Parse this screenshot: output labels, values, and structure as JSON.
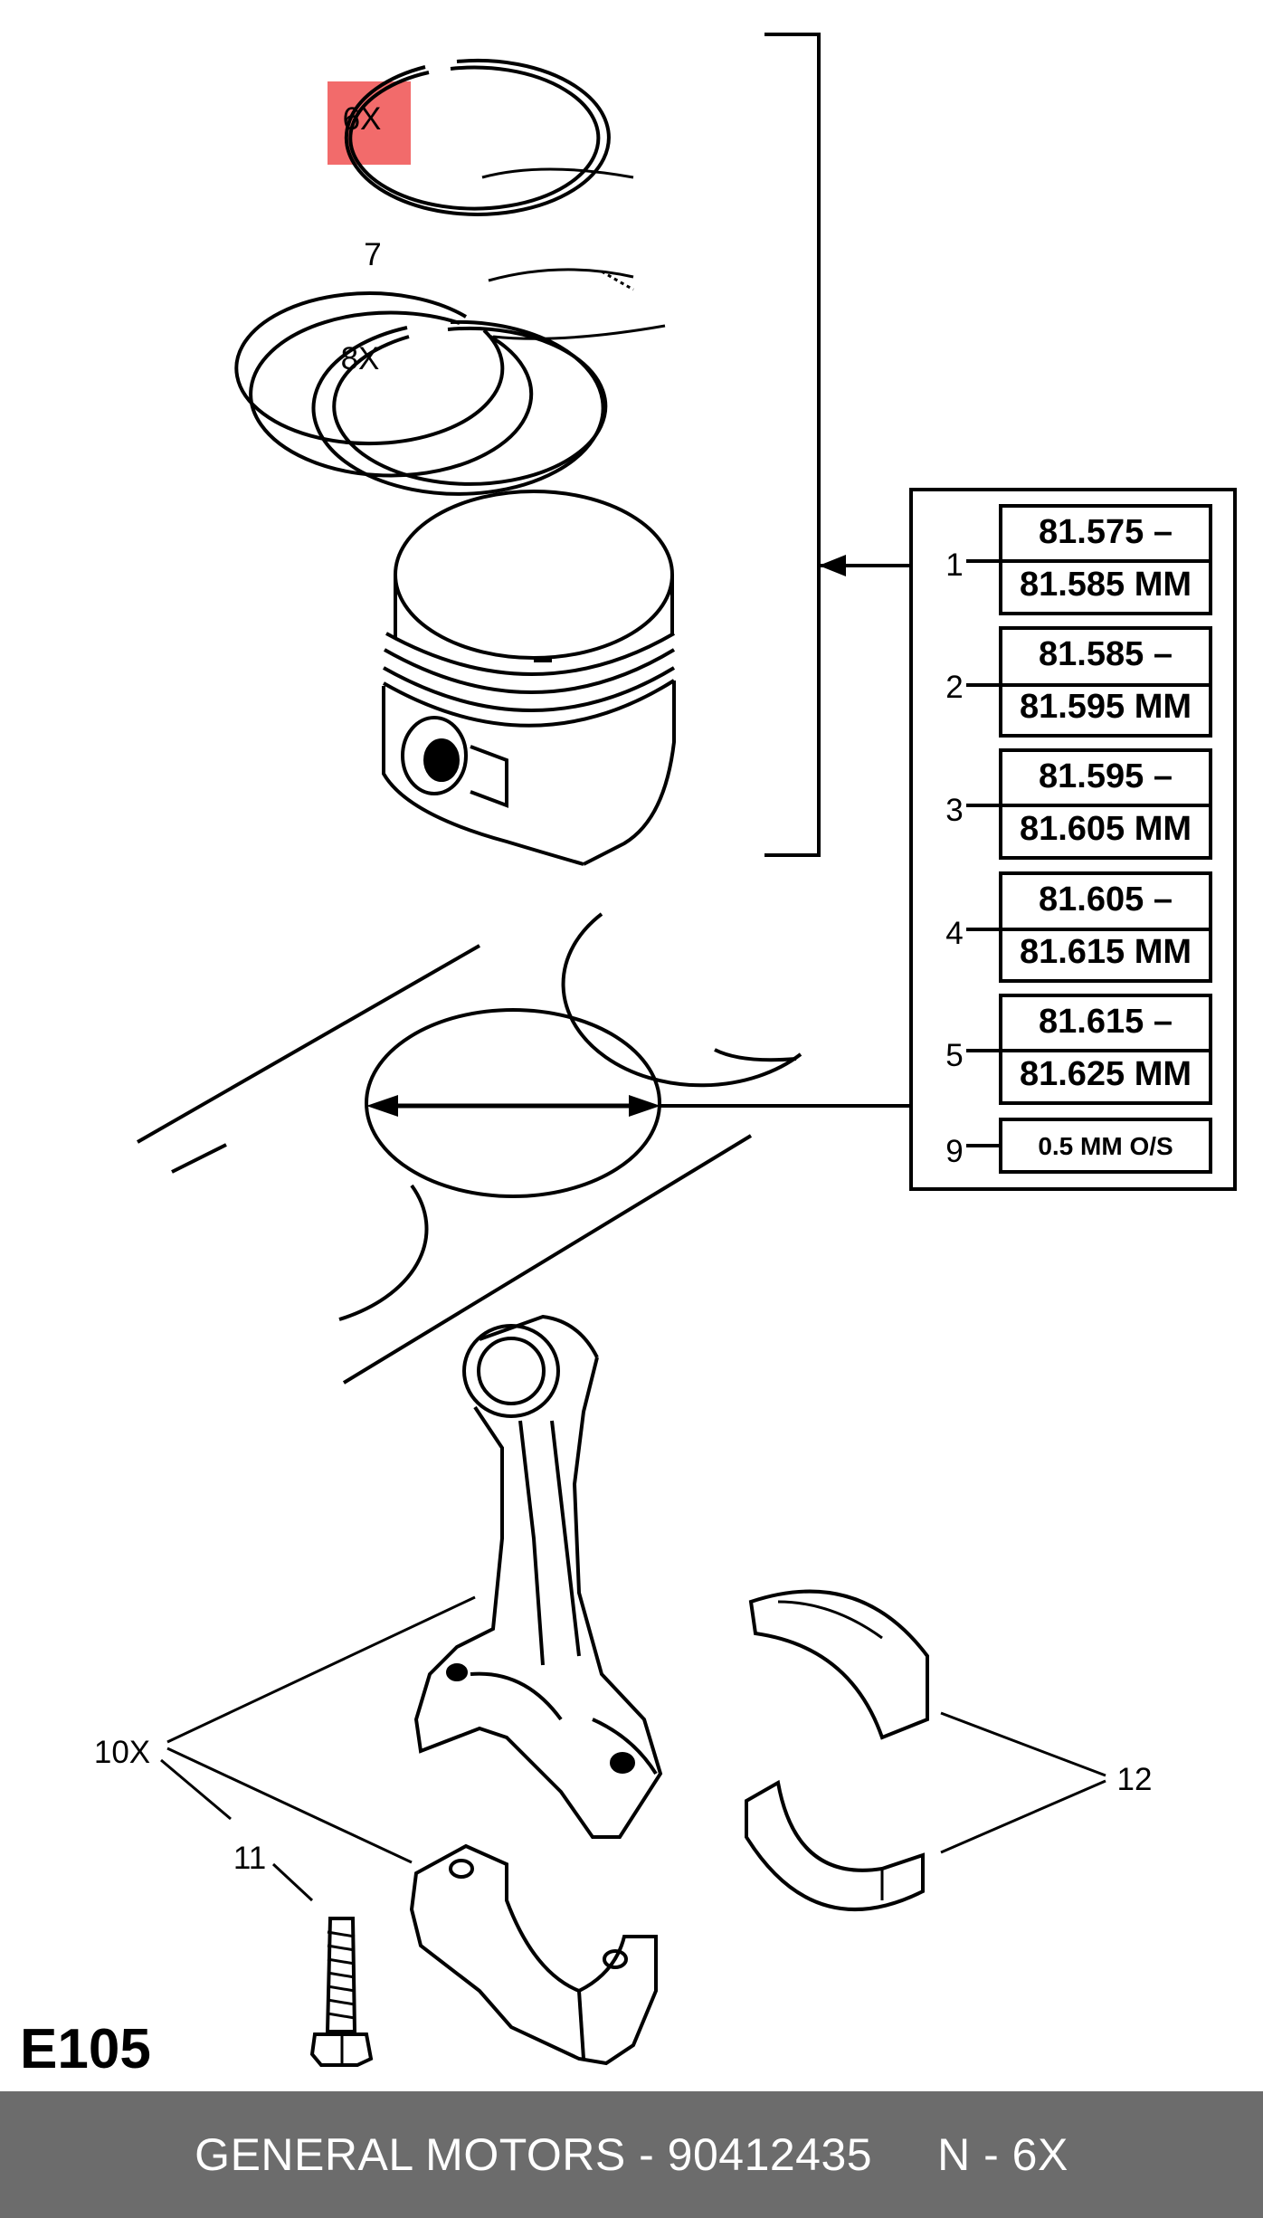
{
  "figure_code": "E105",
  "highlight_color": "#f26b6b",
  "callouts": {
    "ring_top": "6X",
    "ring_mid": "7",
    "ring_low": "8X",
    "rod": "10X",
    "bolt": "11",
    "bearing": "12"
  },
  "size_table": [
    {
      "num": "1",
      "line1": "81.575 –",
      "line2": "81.585 MM"
    },
    {
      "num": "2",
      "line1": "81.585 –",
      "line2": "81.595 MM"
    },
    {
      "num": "3",
      "line1": "81.595 –",
      "line2": "81.605 MM"
    },
    {
      "num": "4",
      "line1": "81.605 –",
      "line2": "81.615 MM"
    },
    {
      "num": "5",
      "line1": "81.615 –",
      "line2": "81.625 MM"
    },
    {
      "num": "9",
      "line1": "0.5 MM O/S"
    }
  ],
  "footer": {
    "brand": "GENERAL MOTORS",
    "separator": " - ",
    "part_number": "90412435",
    "position": "N - 6X"
  }
}
